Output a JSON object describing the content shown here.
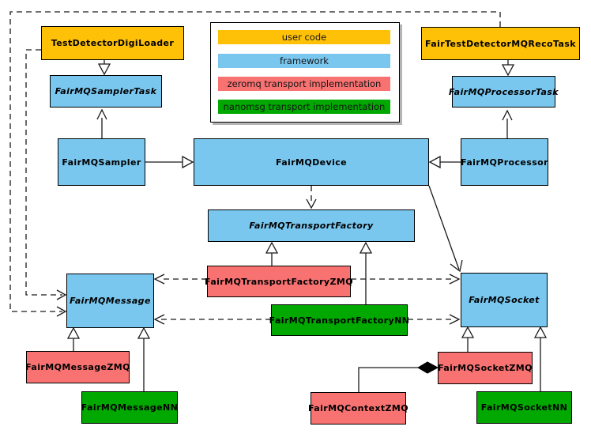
{
  "palette": {
    "user_code": "#FFC107",
    "framework": "#79C7EF",
    "zeromq": "#F87272",
    "nanomsg": "#00A800",
    "border": "#000000",
    "line": "#1a1a1a"
  },
  "legend": {
    "items": [
      {
        "label": "user code",
        "type": "user_code"
      },
      {
        "label": "framework",
        "type": "framework"
      },
      {
        "label": "zeromq transport implementation",
        "type": "zeromq"
      },
      {
        "label": "nanomsg transport implementation",
        "type": "nanomsg"
      }
    ]
  },
  "nodes": {
    "digiloader": {
      "label": "TestDetectorDigiLoader",
      "layer": "user_code",
      "abstract": false
    },
    "recotask": {
      "label": "FairTestDetectorMQRecoTask",
      "layer": "user_code",
      "abstract": false
    },
    "samplertask": {
      "label": "FairMQSamplerTask",
      "layer": "framework",
      "abstract": true
    },
    "processortask": {
      "label": "FairMQProcessorTask",
      "layer": "framework",
      "abstract": true
    },
    "sampler": {
      "label": "FairMQSampler",
      "layer": "framework",
      "abstract": false
    },
    "device": {
      "label": "FairMQDevice",
      "layer": "framework",
      "abstract": false
    },
    "processor": {
      "label": "FairMQProcessor",
      "layer": "framework",
      "abstract": false
    },
    "factory": {
      "label": "FairMQTransportFactory",
      "layer": "framework",
      "abstract": true
    },
    "factoryzmq": {
      "label": "FairMQTransportFactoryZMQ",
      "layer": "zeromq",
      "abstract": false
    },
    "factorynn": {
      "label": "FairMQTransportFactoryNN",
      "layer": "nanomsg",
      "abstract": false
    },
    "message": {
      "label": "FairMQMessage",
      "layer": "framework",
      "abstract": true
    },
    "socket": {
      "label": "FairMQSocket",
      "layer": "framework",
      "abstract": true
    },
    "messagezmq": {
      "label": "FairMQMessageZMQ",
      "layer": "zeromq",
      "abstract": false
    },
    "messagenn": {
      "label": "FairMQMessageNN",
      "layer": "nanomsg",
      "abstract": false
    },
    "contextzmq": {
      "label": "FairMQContextZMQ",
      "layer": "zeromq",
      "abstract": false
    },
    "socketzmq": {
      "label": "FairMQSocketZMQ",
      "layer": "zeromq",
      "abstract": false
    },
    "socketnn": {
      "label": "FairMQSocketNN",
      "layer": "nanomsg",
      "abstract": false
    }
  },
  "edges": [
    {
      "from": "TestDetectorDigiLoader",
      "to": "FairMQSamplerTask",
      "relation": "inheritance",
      "style": "solid"
    },
    {
      "from": "FairMQSampler",
      "to": "FairMQSamplerTask",
      "relation": "association",
      "style": "solid"
    },
    {
      "from": "FairMQSampler",
      "to": "FairMQDevice",
      "relation": "inheritance",
      "style": "solid"
    },
    {
      "from": "FairTestDetectorMQRecoTask",
      "to": "FairMQProcessorTask",
      "relation": "inheritance",
      "style": "solid"
    },
    {
      "from": "FairMQProcessor",
      "to": "FairMQProcessorTask",
      "relation": "association",
      "style": "solid"
    },
    {
      "from": "FairMQProcessor",
      "to": "FairMQDevice",
      "relation": "inheritance",
      "style": "solid"
    },
    {
      "from": "FairMQDevice",
      "to": "FairMQTransportFactory",
      "relation": "dependency",
      "style": "dashed"
    },
    {
      "from": "FairMQDevice",
      "to": "FairMQSocket",
      "relation": "association",
      "style": "solid"
    },
    {
      "from": "FairMQTransportFactoryZMQ",
      "to": "FairMQTransportFactory",
      "relation": "inheritance",
      "style": "solid"
    },
    {
      "from": "FairMQTransportFactoryNN",
      "to": "FairMQTransportFactory",
      "relation": "inheritance",
      "style": "solid"
    },
    {
      "from": "FairMQTransportFactoryZMQ",
      "to": "FairMQMessage",
      "relation": "dependency",
      "style": "dashed"
    },
    {
      "from": "FairMQTransportFactoryZMQ",
      "to": "FairMQSocket",
      "relation": "dependency",
      "style": "dashed"
    },
    {
      "from": "FairMQTransportFactoryNN",
      "to": "FairMQMessage",
      "relation": "dependency",
      "style": "dashed"
    },
    {
      "from": "FairMQTransportFactoryNN",
      "to": "FairMQSocket",
      "relation": "dependency",
      "style": "dashed"
    },
    {
      "from": "TestDetectorDigiLoader",
      "to": "FairMQMessage",
      "relation": "dependency",
      "style": "dashed"
    },
    {
      "from": "FairTestDetectorMQRecoTask",
      "to": "FairMQMessage",
      "relation": "dependency",
      "style": "dashed"
    },
    {
      "from": "FairMQMessageZMQ",
      "to": "FairMQMessage",
      "relation": "inheritance",
      "style": "solid"
    },
    {
      "from": "FairMQMessageNN",
      "to": "FairMQMessage",
      "relation": "inheritance",
      "style": "solid"
    },
    {
      "from": "FairMQSocketZMQ",
      "to": "FairMQSocket",
      "relation": "inheritance",
      "style": "solid"
    },
    {
      "from": "FairMQSocketNN",
      "to": "FairMQSocket",
      "relation": "inheritance",
      "style": "solid"
    },
    {
      "from": "FairMQSocketZMQ",
      "to": "FairMQContextZMQ",
      "relation": "composition",
      "style": "solid"
    }
  ]
}
